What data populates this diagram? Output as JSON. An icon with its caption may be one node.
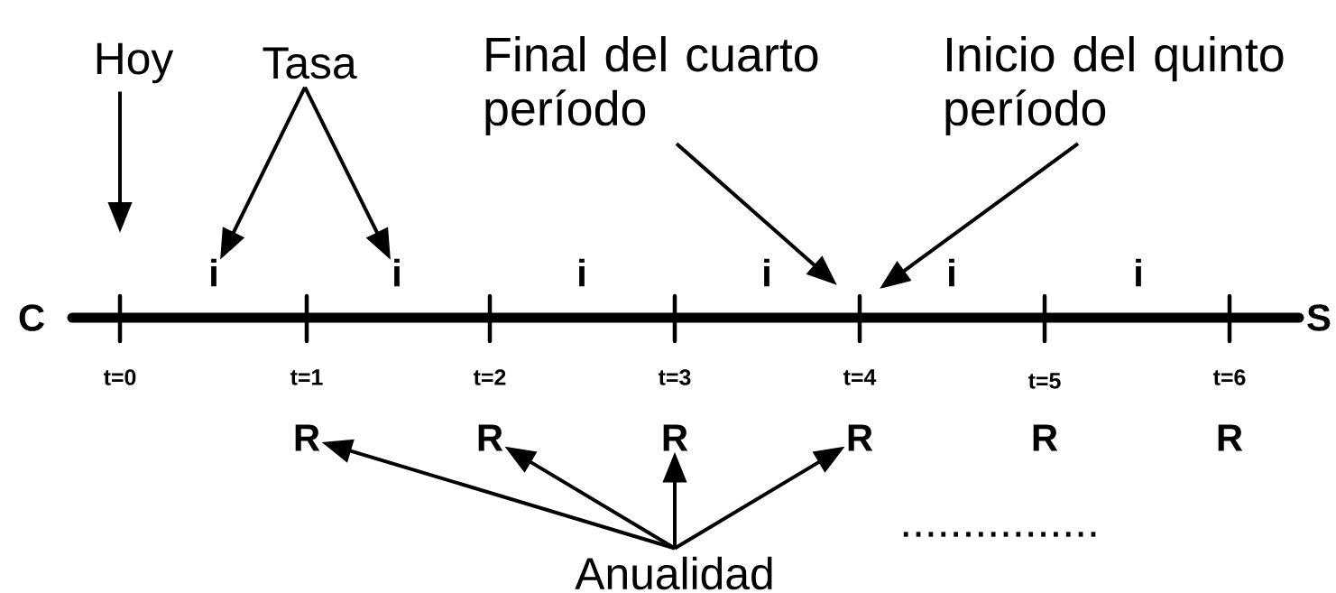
{
  "diagram": {
    "nodes": [
      {
        "text": [
          "Hoy"
        ]
      },
      {
        "text": [
          "Tasa"
        ]
      },
      {
        "text": [
          "Final del cuarto período"
        ]
      },
      {
        "text": [
          "Inicio del quinto período"
        ]
      },
      {
        "text": [
          "i"
        ]
      },
      {
        "text": [
          "i"
        ]
      },
      {
        "text": [
          "R"
        ]
      },
      {
        "text": [
          "R"
        ]
      },
      {
        "text": [
          "R"
        ]
      },
      {
        "text": [
          "R"
        ]
      },
      {
        "text": [
          "Anualidad"
        ]
      }
    ],
    "edges": [
      {
        "from": 0,
        "to": null,
        "arrow": "to"
      },
      {
        "from": 1,
        "to": 4,
        "arrow": "to"
      },
      {
        "from": 1,
        "to": 5,
        "arrow": "to"
      },
      {
        "from": 2,
        "to": null,
        "arrow": "to"
      },
      {
        "from": 3,
        "to": null,
        "arrow": "to"
      },
      {
        "from": 10,
        "to": 6,
        "arrow": "to"
      },
      {
        "from": 10,
        "to": 7,
        "arrow": "to"
      },
      {
        "from": 10,
        "to": 8,
        "arrow": "to"
      },
      {
        "from": 10,
        "to": 9,
        "arrow": "to"
      }
    ],
    "labels": [
      "i",
      "i",
      "i",
      "i",
      "C",
      "S",
      "t=0",
      "t=1",
      "t=2",
      "t=3",
      "t=4",
      "t=5",
      "t=6",
      "R",
      "R",
      "................"
    ]
  }
}
